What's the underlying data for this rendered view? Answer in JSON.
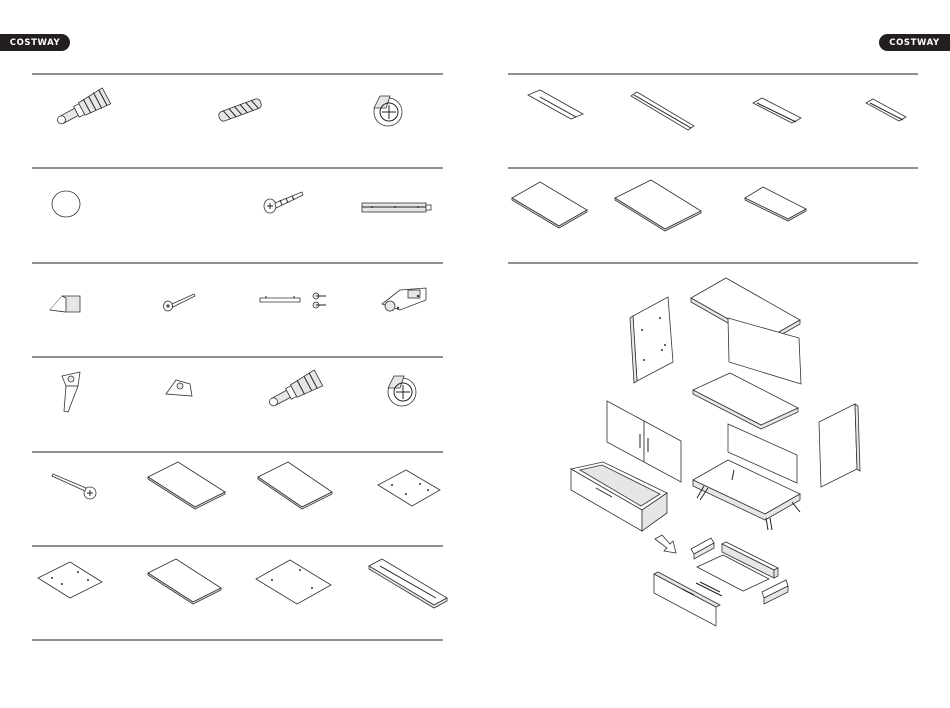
{
  "header": {
    "brand_left": "COSTWAY",
    "brand_right": "COSTWAY"
  },
  "colors": {
    "badge_bg": "#231f20",
    "badge_text": "#ffffff",
    "rule": "#222222",
    "line_art": "#333333"
  },
  "left_page": {
    "rows": [
      {
        "items": [
          "cam-bolt-icon",
          "wooden-dowel-icon",
          "cam-lock-icon"
        ]
      },
      {
        "items": [
          "round-pad-icon",
          "wood-screw-icon",
          "drawer-slide-icon"
        ]
      },
      {
        "items": [
          "l-bracket-icon",
          "small-screw-icon",
          "handle-with-screws-icon",
          "hinge-icon"
        ]
      },
      {
        "items": [
          "furniture-leg-icon",
          "leg-plate-icon",
          "cam-bolt-icon",
          "cam-lock-icon"
        ]
      },
      {
        "items": [
          "long-screw-icon",
          "panel-icon",
          "panel-icon",
          "panel-with-holes-icon"
        ]
      },
      {
        "items": [
          "panel-with-holes-icon",
          "panel-icon",
          "panel-with-holes-icon",
          "long-rail-panel-icon"
        ]
      }
    ]
  },
  "right_page": {
    "rows": [
      {
        "items": [
          "narrow-board-icon",
          "long-narrow-board-icon",
          "short-board-icon",
          "small-board-icon"
        ]
      },
      {
        "items": [
          "flat-panel-icon",
          "large-flat-panel-icon",
          "small-flat-panel-icon"
        ]
      }
    ],
    "diagram": "exploded-cabinet-assembly"
  }
}
